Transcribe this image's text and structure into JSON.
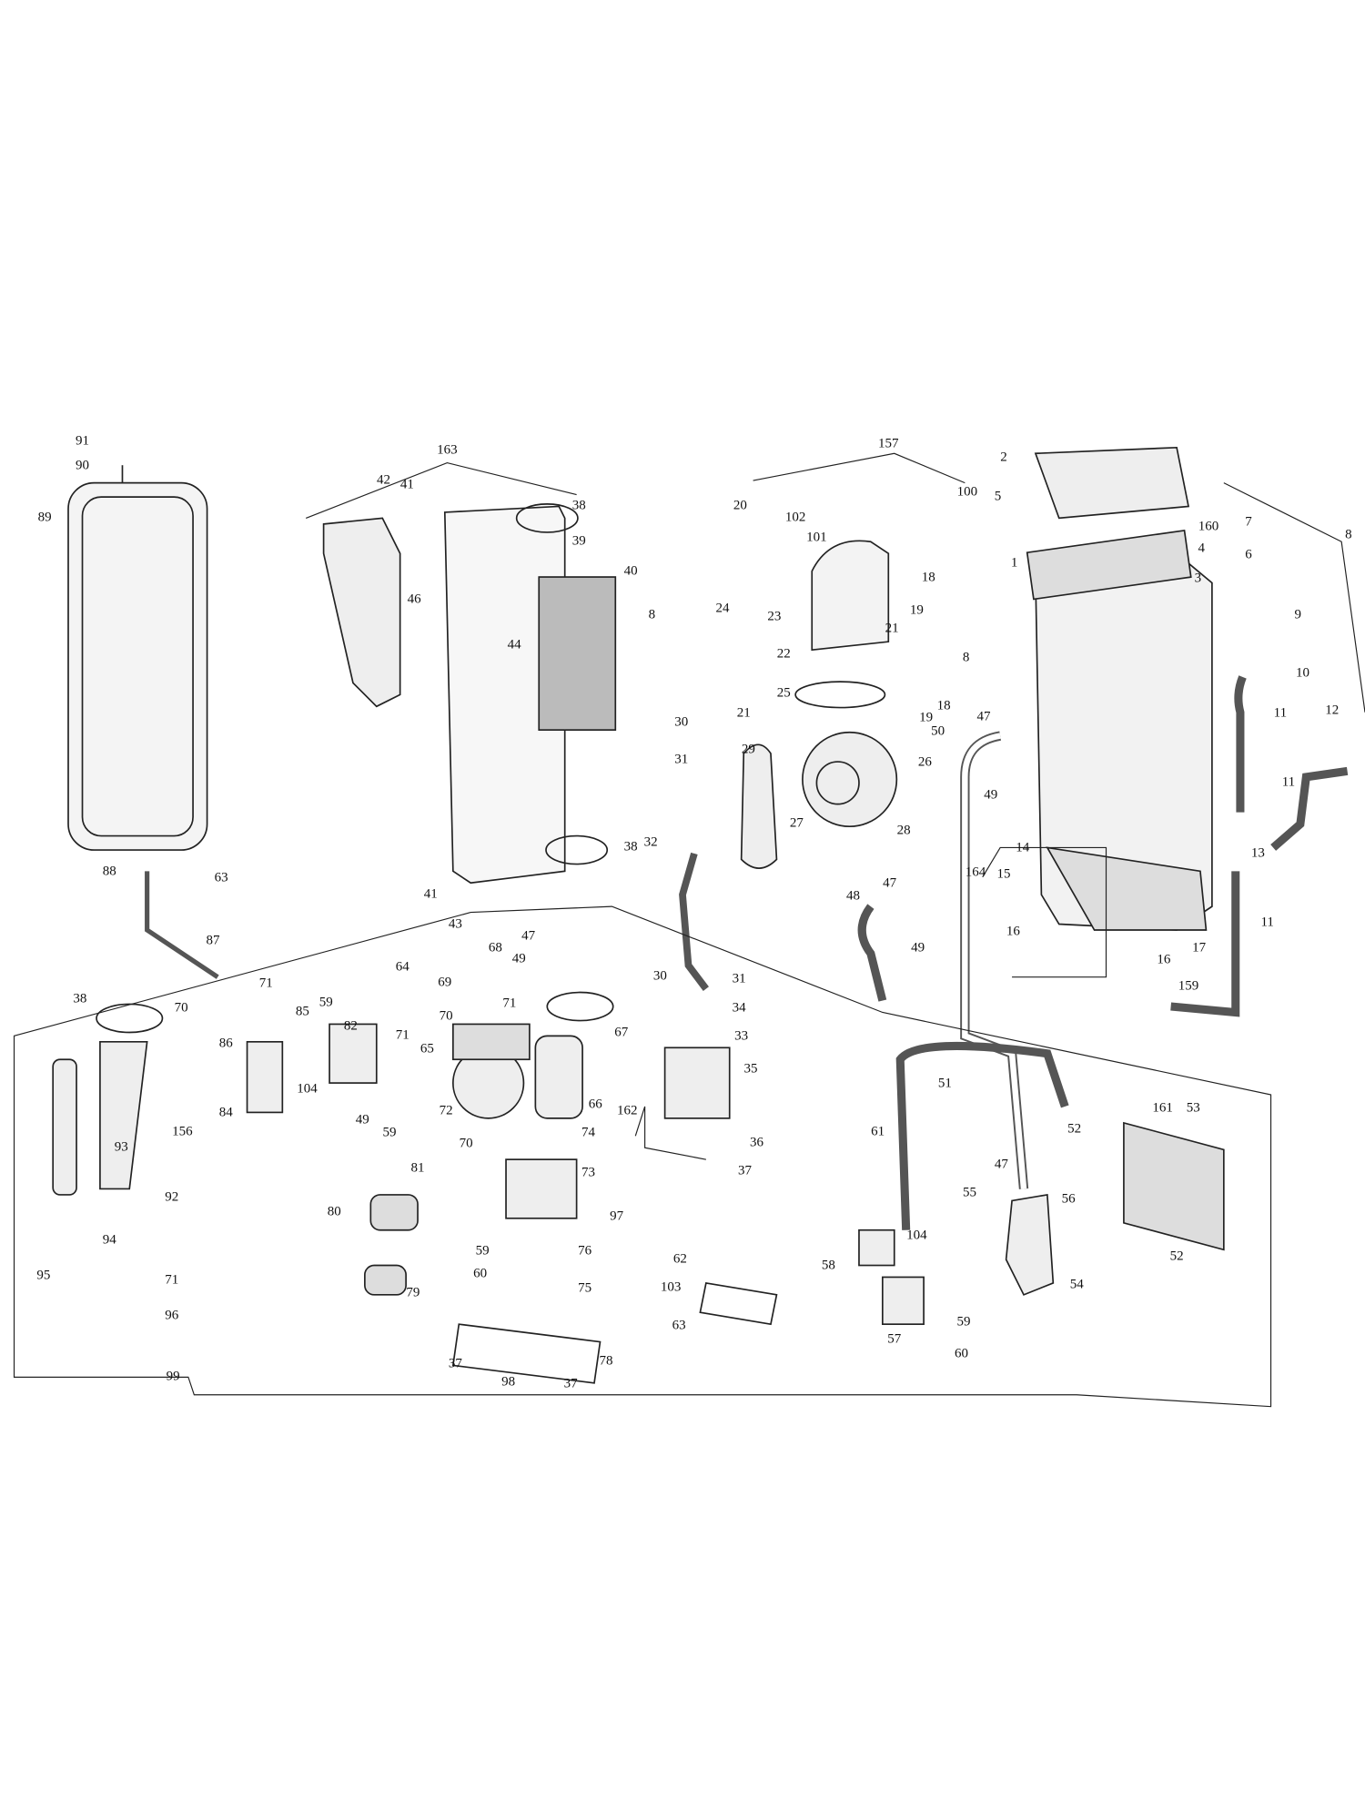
{
  "diagram": {
    "type": "exploded parts diagram",
    "callouts": [
      "91",
      "90",
      "89",
      "88",
      "63",
      "87",
      "71",
      "70",
      "38",
      "156",
      "93",
      "92",
      "94",
      "95",
      "71",
      "96",
      "99",
      "163",
      "42",
      "41",
      "38",
      "39",
      "40",
      "8",
      "46",
      "44",
      "41",
      "38",
      "43",
      "157",
      "20",
      "100",
      "102",
      "101",
      "24",
      "23",
      "21",
      "22",
      "25",
      "21",
      "30",
      "29",
      "26",
      "31",
      "27",
      "28",
      "32",
      "2",
      "5",
      "160",
      "7",
      "4",
      "6",
      "3",
      "1",
      "8",
      "18",
      "19",
      "9",
      "8",
      "10",
      "18",
      "19",
      "47",
      "11",
      "12",
      "50",
      "11",
      "49",
      "14",
      "13",
      "164",
      "15",
      "47",
      "48",
      "16",
      "11",
      "17",
      "49",
      "16",
      "159",
      "64",
      "47",
      "49",
      "68",
      "69",
      "71",
      "70",
      "67",
      "30",
      "31",
      "34",
      "33",
      "35",
      "71",
      "65",
      "82",
      "59",
      "85",
      "86",
      "104",
      "84",
      "72",
      "66",
      "49",
      "59",
      "70",
      "74",
      "162",
      "36",
      "37",
      "73",
      "81",
      "80",
      "97",
      "59",
      "76",
      "60",
      "75",
      "79",
      "37",
      "78",
      "98",
      "37",
      "62",
      "103",
      "63",
      "51",
      "161",
      "53",
      "52",
      "61",
      "47",
      "55",
      "56",
      "104",
      "58",
      "52",
      "54",
      "57",
      "59",
      "60"
    ]
  }
}
